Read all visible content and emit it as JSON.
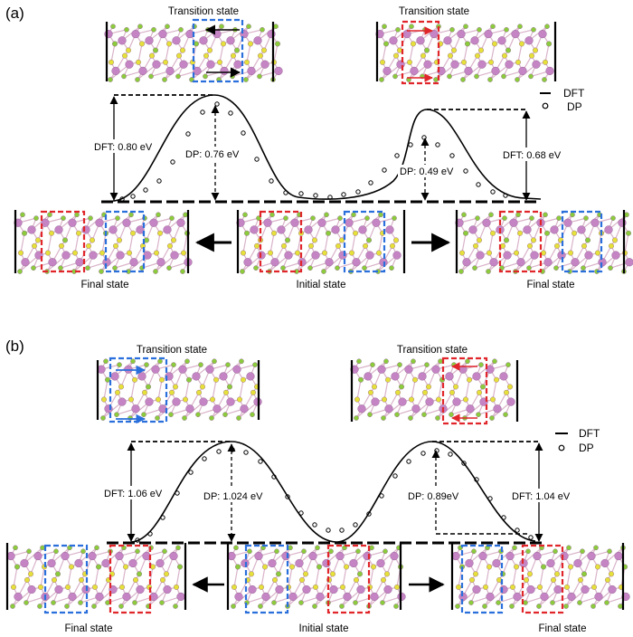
{
  "panels": [
    {
      "label": "(a)",
      "ts_left_label": "Transition state",
      "ts_right_label": "Transition state",
      "dft_left": "DFT: 0.80 eV",
      "dp_left": "DP: 0.76 eV",
      "dp_right": "DP: 0.49 eV",
      "dft_right": "DFT: 0.68 eV",
      "final_left": "Final state",
      "initial": "Initial state",
      "final_right": "Final state",
      "legend_dft": "DFT",
      "legend_dp": "DP"
    },
    {
      "label": "(b)",
      "ts_left_label": "Transition state",
      "ts_right_label": "Transition state",
      "dft_left": "DFT: 1.06 eV",
      "dp_left": "DP: 1.024 eV",
      "dp_right": "DP: 0.89eV",
      "dft_right": "DFT: 1.04 eV",
      "final_left": "Final state",
      "initial": "Initial state",
      "final_right": "Final state",
      "legend_dft": "DFT",
      "legend_dp": "DP"
    }
  ],
  "colors": {
    "mo_atom": "#c584c4",
    "s_yellow": "#e6e13a",
    "s_green": "#8ccc3c",
    "bond": "#d9b3c9",
    "blue_box": "#2a6fdb",
    "red_box": "#e0262b"
  }
}
